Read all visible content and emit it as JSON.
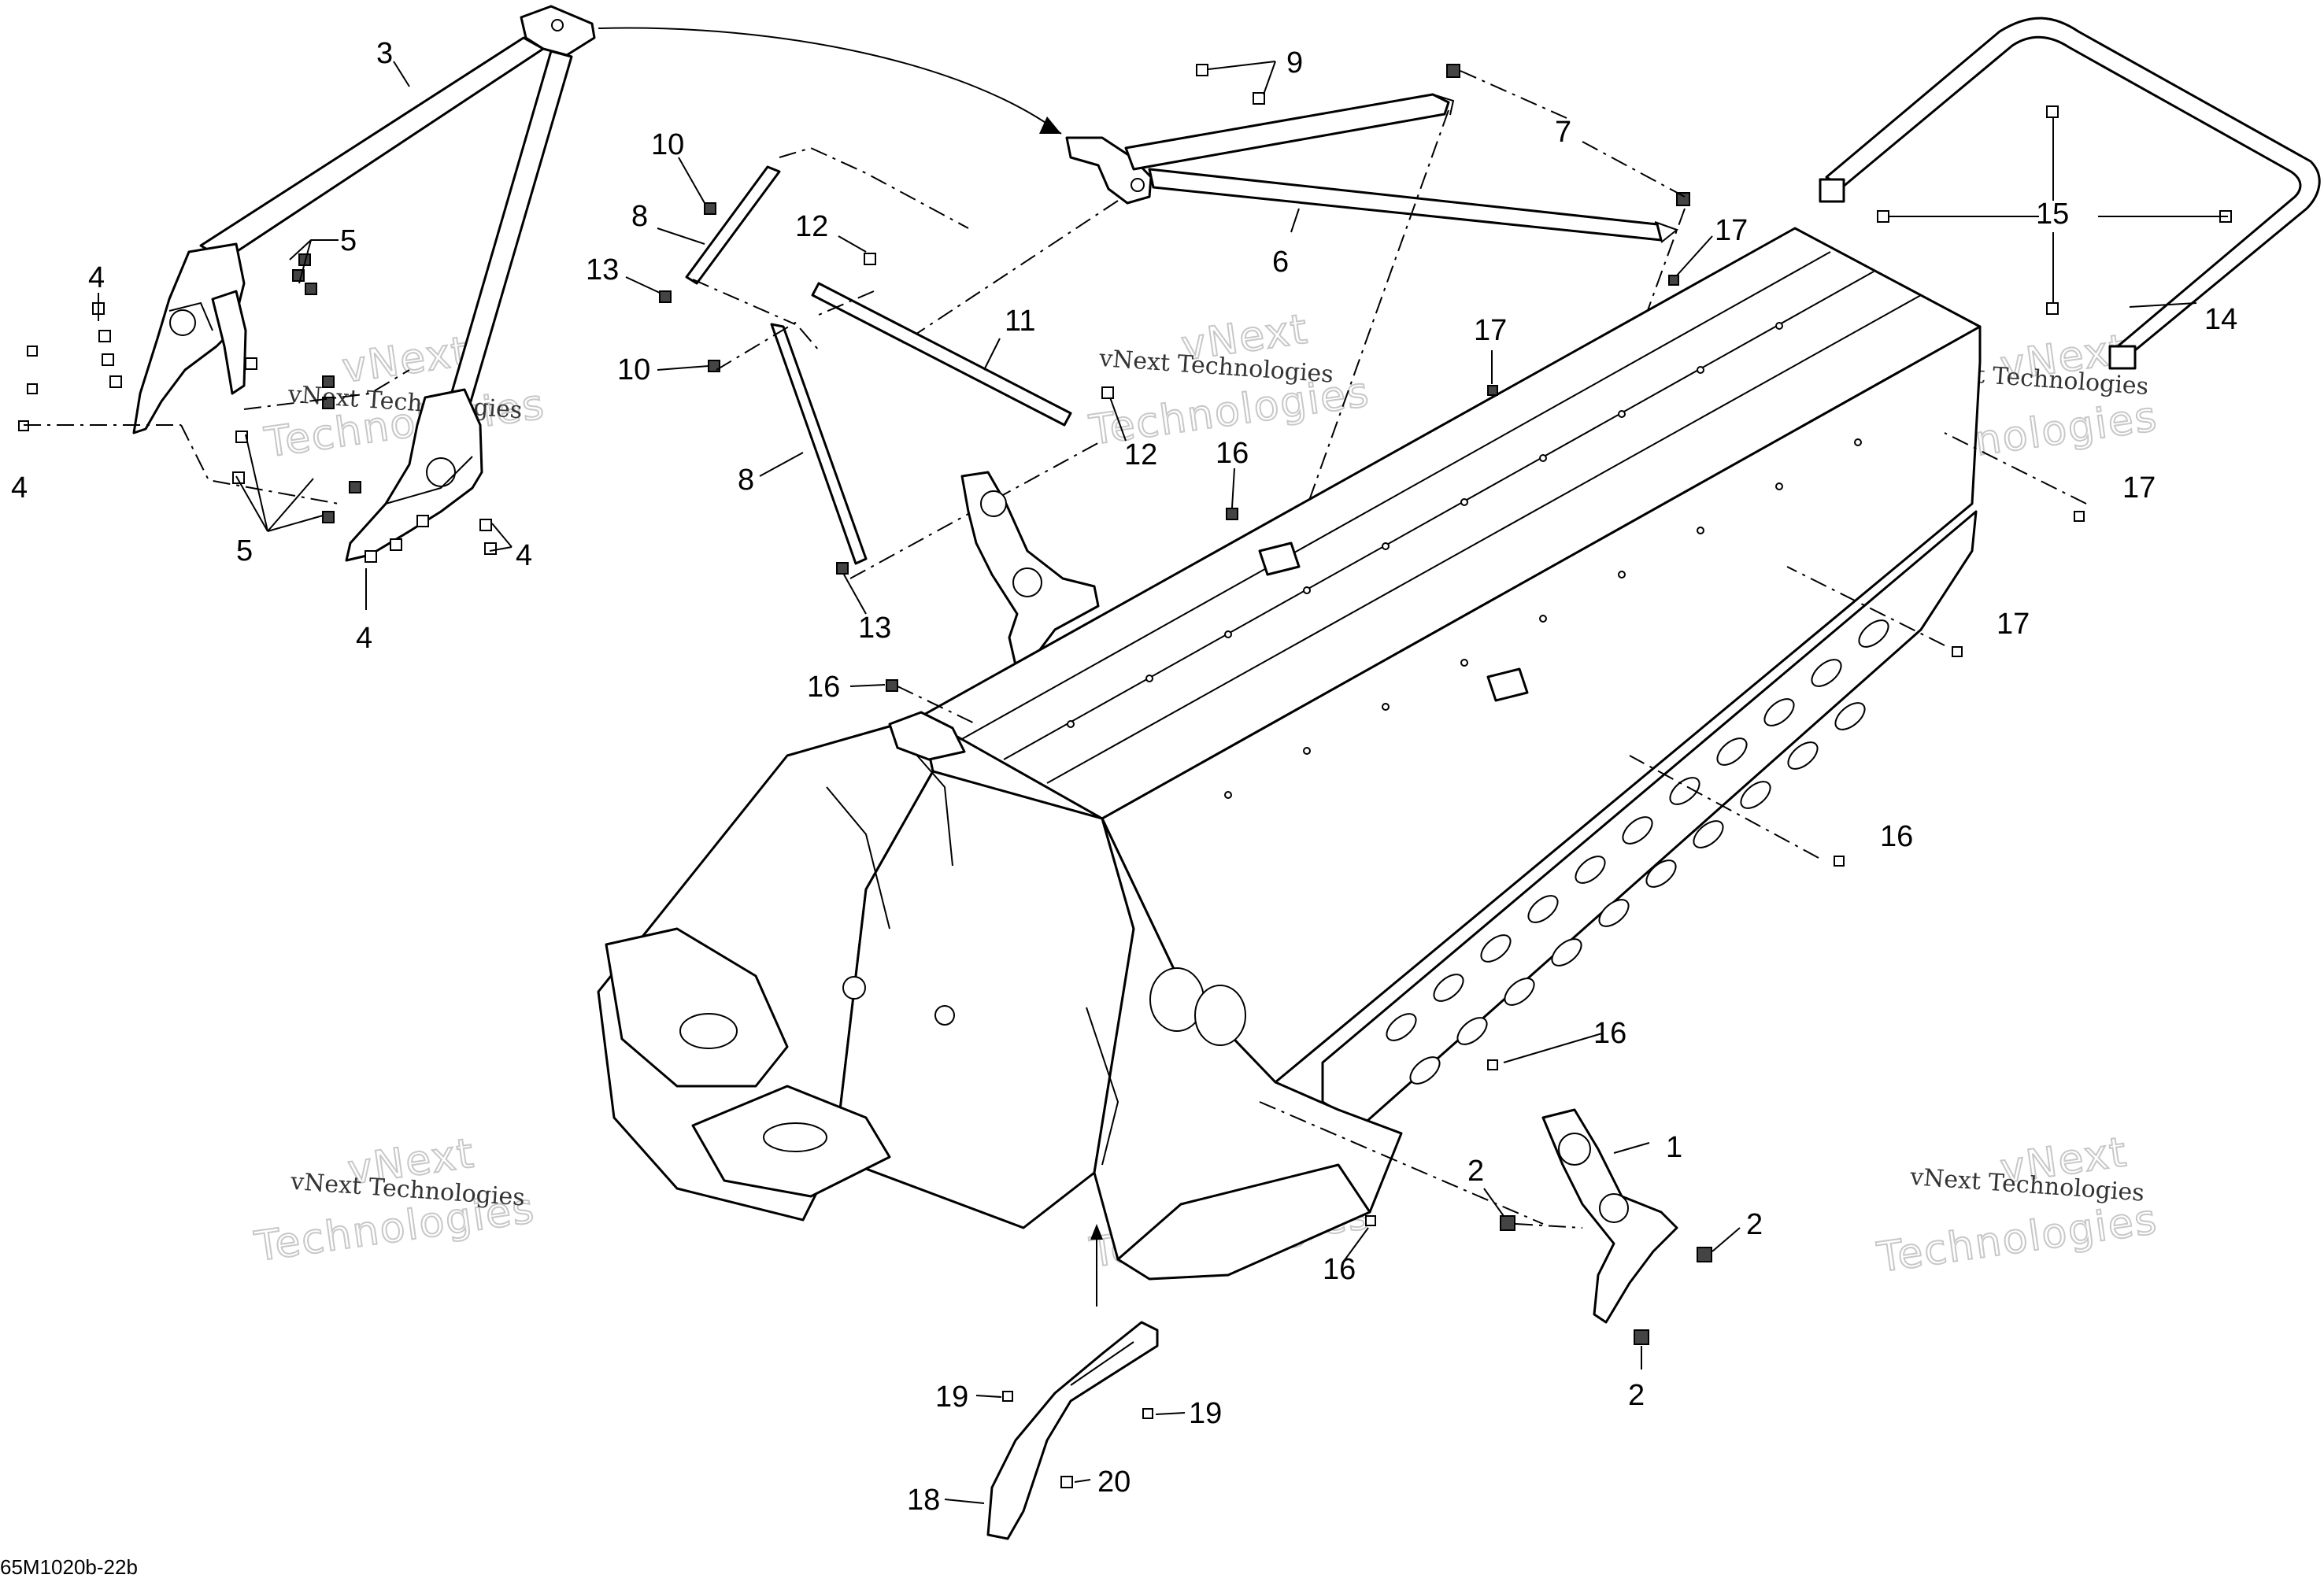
{
  "diagram": {
    "drawing_code": "65M1020b-22b",
    "callouts": [
      {
        "id": "c1",
        "label": "1"
      },
      {
        "id": "c2a",
        "label": "2"
      },
      {
        "id": "c2b",
        "label": "2"
      },
      {
        "id": "c2c",
        "label": "2"
      },
      {
        "id": "c3",
        "label": "3"
      },
      {
        "id": "c4a",
        "label": "4"
      },
      {
        "id": "c4b",
        "label": "4"
      },
      {
        "id": "c4c",
        "label": "4"
      },
      {
        "id": "c4d",
        "label": "4"
      },
      {
        "id": "c5a",
        "label": "5"
      },
      {
        "id": "c5b",
        "label": "5"
      },
      {
        "id": "c6",
        "label": "6"
      },
      {
        "id": "c7",
        "label": "7"
      },
      {
        "id": "c8a",
        "label": "8"
      },
      {
        "id": "c8b",
        "label": "8"
      },
      {
        "id": "c9",
        "label": "9"
      },
      {
        "id": "c10a",
        "label": "10"
      },
      {
        "id": "c10b",
        "label": "10"
      },
      {
        "id": "c11",
        "label": "11"
      },
      {
        "id": "c12a",
        "label": "12"
      },
      {
        "id": "c12b",
        "label": "12"
      },
      {
        "id": "c13a",
        "label": "13"
      },
      {
        "id": "c13b",
        "label": "13"
      },
      {
        "id": "c14",
        "label": "14"
      },
      {
        "id": "c15",
        "label": "15"
      },
      {
        "id": "c16a",
        "label": "16"
      },
      {
        "id": "c16b",
        "label": "16"
      },
      {
        "id": "c16c",
        "label": "16"
      },
      {
        "id": "c16d",
        "label": "16"
      },
      {
        "id": "c16e",
        "label": "16"
      },
      {
        "id": "c17a",
        "label": "17"
      },
      {
        "id": "c17b",
        "label": "17"
      },
      {
        "id": "c17c",
        "label": "17"
      },
      {
        "id": "c17d",
        "label": "17"
      },
      {
        "id": "c18",
        "label": "18"
      },
      {
        "id": "c19a",
        "label": "19"
      },
      {
        "id": "c19b",
        "label": "19"
      },
      {
        "id": "c20",
        "label": "20"
      }
    ]
  },
  "watermark": {
    "line1": "vNext Technologies",
    "line2": "vNext",
    "line3": "Technologies"
  }
}
